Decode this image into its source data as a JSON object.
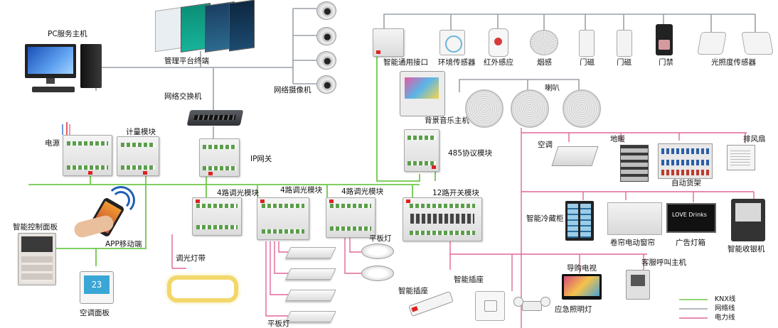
{
  "colors": {
    "knx": "#6ec84a",
    "network": "#9aa1a8",
    "power": "#e2669a"
  },
  "labels": {
    "pc_host": "PC服务主机",
    "mgmt_terminal": "管理平台终端",
    "net_switch": "网络交换机",
    "net_camera": "网络摄像机",
    "power": "电源",
    "meter": "计量模块",
    "ip_gateway": "IP网关",
    "smart_interface": "智能通用接口",
    "env_sensor": "环境传感器",
    "ir_sensor": "红外感应",
    "smoke": "烟感",
    "door1": "门磁",
    "door2": "门磁",
    "access": "门禁",
    "light_sensor": "光照度传感器",
    "speaker": "喇叭",
    "bg_music": "背景音乐主机",
    "rs485": "485协议模块",
    "dim1": "4路调光模块",
    "dim2": "4路调光模块",
    "dim3": "4路调光模块",
    "switch12": "12路开关模块",
    "smart_panel": "智能控制面板",
    "app": "APP移动端",
    "ac_panel": "空调面板",
    "dim_strip": "调光灯带",
    "flat_light1": "平板灯",
    "flat_light2": "平板灯",
    "smart_socket1": "智能插座",
    "smart_socket2": "智能插座",
    "aircon": "空调",
    "floor_heat": "地暖",
    "exhaust": "排风扇",
    "auto_shelf": "自动货架",
    "fridge": "智能冷藏柜",
    "curtain": "卷帘电动窗帘",
    "lightbox": "广告灯箱",
    "cashier": "智能收银机",
    "shop_tv": "导购电视",
    "emergency": "应急照明灯",
    "call_host": "客服呼叫主机"
  },
  "legend": [
    {
      "label": "KNX线",
      "type": "knx"
    },
    {
      "label": "网络线",
      "type": "network"
    },
    {
      "label": "电力线",
      "type": "power"
    }
  ],
  "device_text": {
    "ac_display": "23",
    "lightbox_text": "LOVE Drinks"
  }
}
